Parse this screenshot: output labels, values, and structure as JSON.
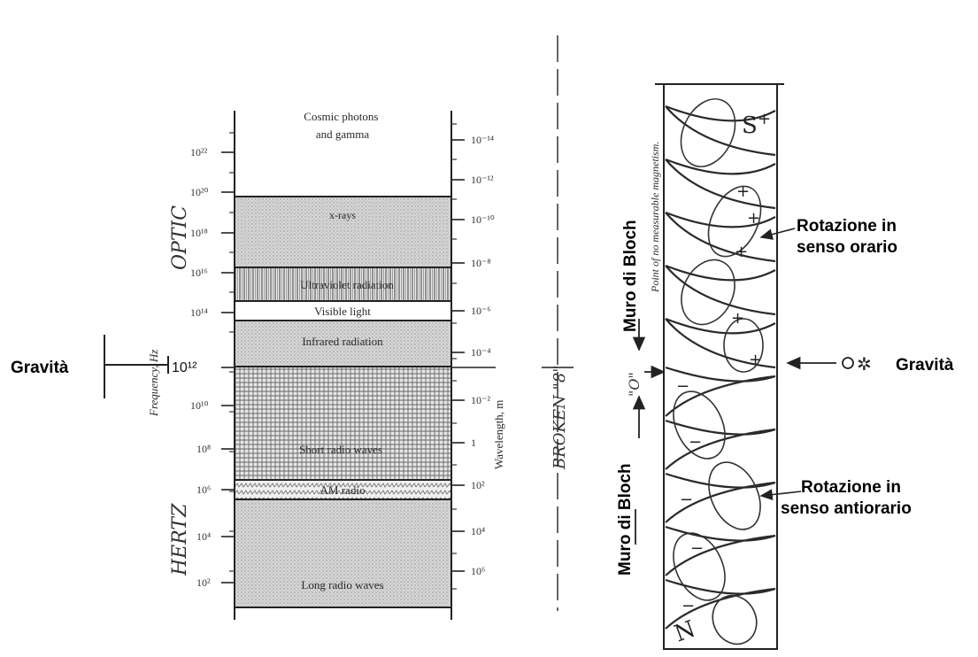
{
  "spectrum": {
    "bands": {
      "cosmic": "Cosmic photons\nand gamma",
      "xrays": "x-rays",
      "uv": "Ultraviolet radiation",
      "visible": "Visible light",
      "infrared": "Infrared radiation",
      "short_radio": "Short radio waves",
      "am_radio": "AM radio",
      "long_radio": "Long radio waves"
    },
    "freq_axis_label": "Frequency, Hz",
    "wave_axis_label": "Wavelength, m",
    "freq_ticks": [
      "10²²",
      "10²⁰",
      "10¹⁸",
      "10¹⁶",
      "10¹⁴",
      "10¹²",
      "10¹⁰",
      "10⁸",
      "10⁶",
      "10⁴",
      "10²"
    ],
    "wave_ticks": [
      "10⁻¹⁴",
      "10⁻¹²",
      "10⁻¹⁰",
      "10⁻⁸",
      "10⁻⁶",
      "10⁻⁴",
      "10⁻²",
      "1",
      "10²",
      "10⁴",
      "10⁶"
    ],
    "optic_label": "OPTIC",
    "hertz_label": "HERTZ",
    "broken_label": "BROKEN \"8\"",
    "zero_label": "\"O\"",
    "freq_marker": "10¹²"
  },
  "annotations": {
    "gravity_left": "Gravità",
    "gravity_right": "Gravità",
    "bloch_upper": "Muro di Bloch",
    "bloch_lower": "Muro di Bloch",
    "no_magnetism": "Point of no measurable magnetism.",
    "clockwise": "Rotazione in\nsenso orario",
    "counterclockwise": "Rotazione in\nsenso antiorario",
    "pole_s": "S",
    "pole_n": "N"
  }
}
